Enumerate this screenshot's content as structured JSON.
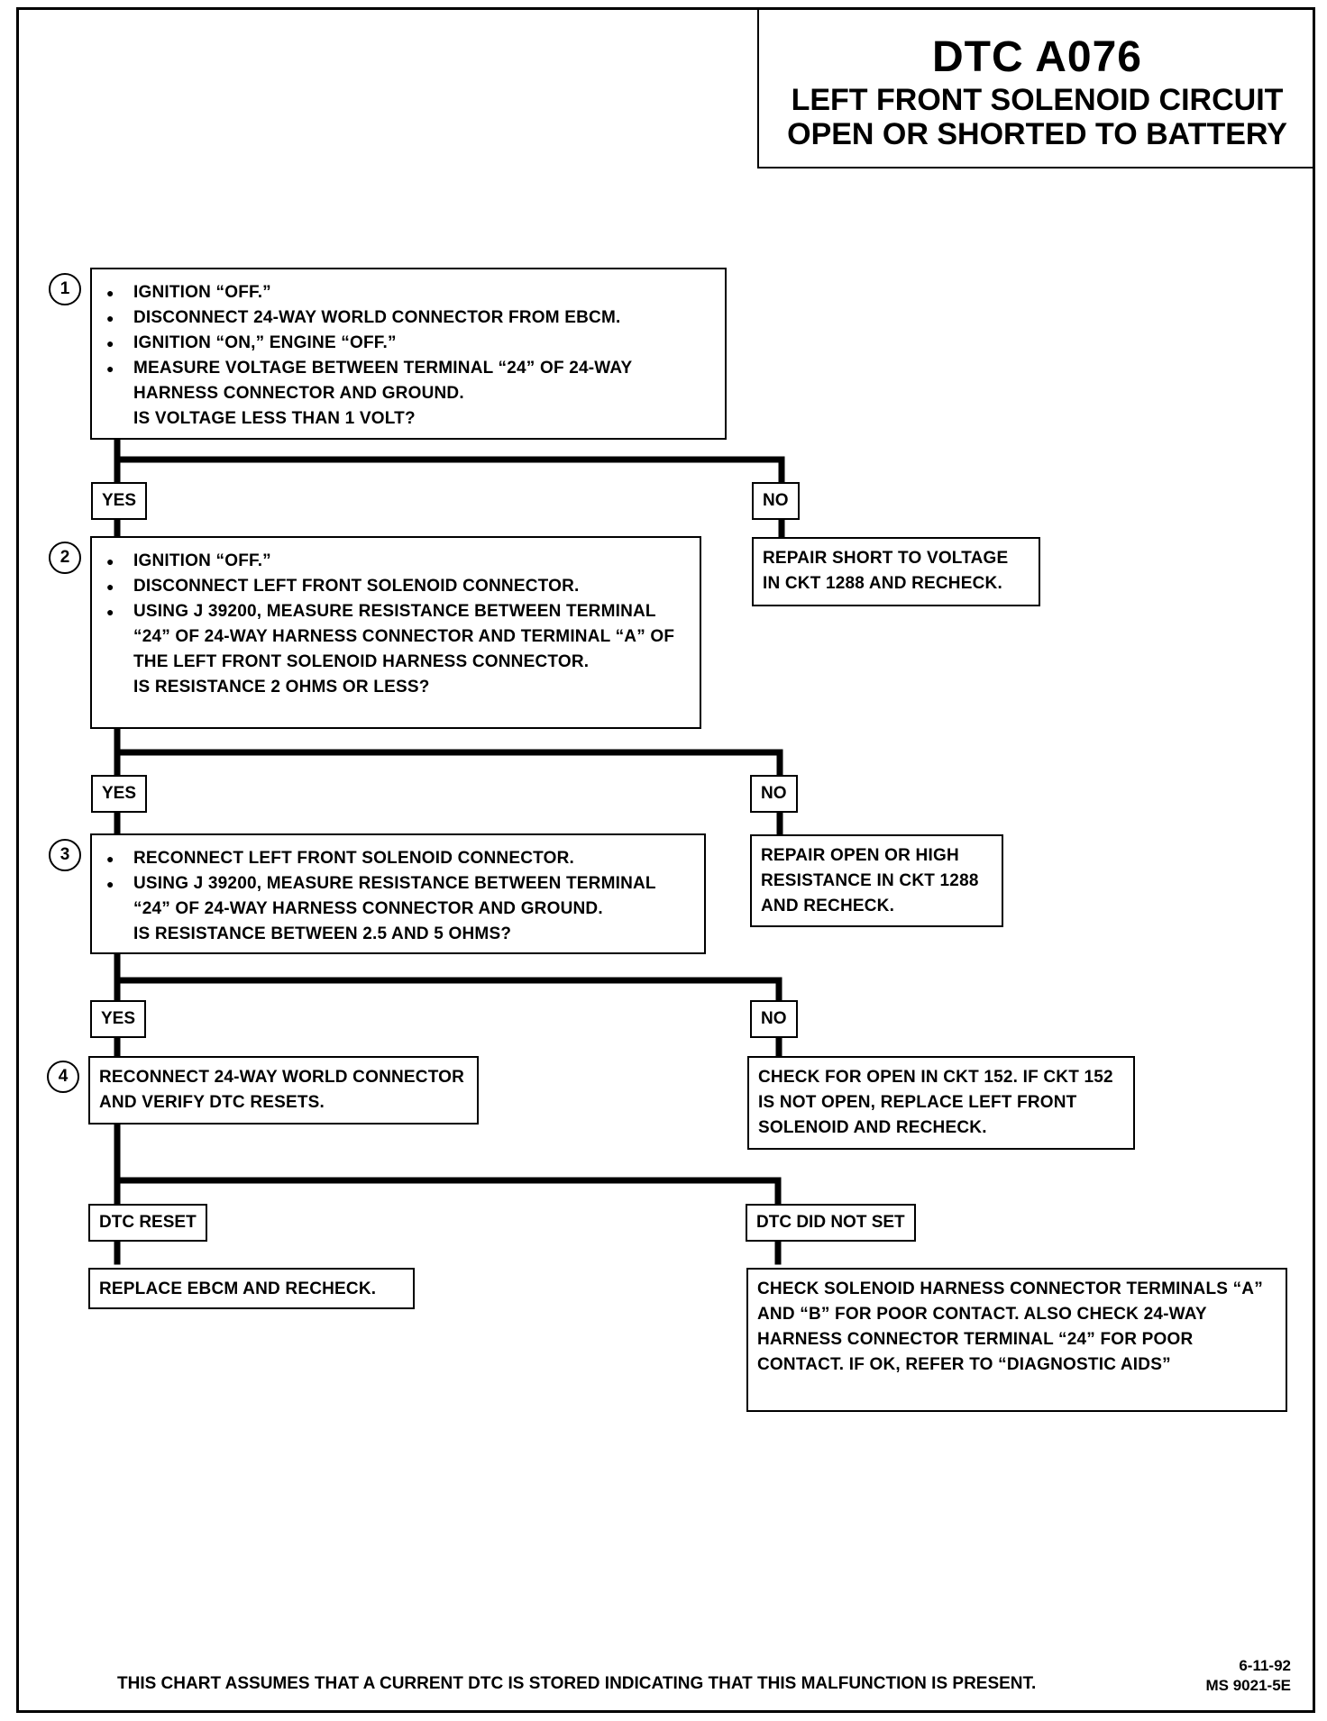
{
  "title": {
    "code": "DTC A076",
    "line1": "LEFT FRONT SOLENOID CIRCUIT",
    "line2": "OPEN OR SHORTED TO BATTERY"
  },
  "steps": [
    {
      "number": "1",
      "bullets": [
        "IGNITION “OFF.”",
        "DISCONNECT 24-WAY WORLD CONNECTOR FROM EBCM.",
        "IGNITION “ON,” ENGINE “OFF.”",
        "MEASURE VOLTAGE BETWEEN TERMINAL “24” OF 24-WAY HARNESS CONNECTOR  AND GROUND."
      ],
      "question": "IS VOLTAGE LESS THAN 1 VOLT?"
    },
    {
      "number": "2",
      "bullets": [
        "IGNITION “OFF.”",
        "DISCONNECT LEFT FRONT SOLENOID CONNECTOR.",
        "USING J 39200, MEASURE RESISTANCE BETWEEN TERMINAL “24” OF 24-WAY HARNESS CONNECTOR AND TERMINAL “A” OF THE LEFT FRONT SOLENOID  HARNESS CONNECTOR."
      ],
      "question": "IS RESISTANCE 2 OHMS OR LESS?"
    },
    {
      "number": "3",
      "bullets": [
        "RECONNECT LEFT FRONT SOLENOID CONNECTOR.",
        "USING J 39200, MEASURE RESISTANCE BETWEEN TERMINAL “24” OF 24-WAY HARNESS CONNECTOR  AND GROUND."
      ],
      "question": "IS RESISTANCE BETWEEN 2.5 AND 5 OHMS?"
    },
    {
      "number": "4",
      "text": "RECONNECT 24-WAY WORLD CONNECTOR AND VERIFY DTC RESETS."
    }
  ],
  "labels": {
    "yes": "YES",
    "no": "NO",
    "dtc_reset": "DTC RESET",
    "dtc_did_not_set": "DTC DID NOT SET"
  },
  "outcomes": {
    "no1": "REPAIR SHORT TO VOLTAGE IN CKT 1288 AND RECHECK.",
    "no2": "REPAIR OPEN OR HIGH RESISTANCE IN CKT 1288 AND RECHECK.",
    "no3": "CHECK FOR OPEN IN CKT 152. IF CKT 152 IS NOT OPEN, REPLACE LEFT FRONT SOLENOID AND RECHECK.",
    "reset": "REPLACE EBCM AND RECHECK.",
    "not_set": "CHECK SOLENOID  HARNESS CONNECTOR TERMINALS “A” AND “B” FOR POOR CONTACT. ALSO CHECK 24-WAY HARNESS CONNECTOR TERMINAL “24” FOR POOR CONTACT. IF OK, REFER TO “DIAGNOSTIC AIDS”"
  },
  "footer": {
    "note": "THIS CHART ASSUMES THAT A CURRENT DTC IS STORED INDICATING THAT THIS MALFUNCTION IS PRESENT.",
    "date": "6-11-92",
    "code": "MS 9021-5E"
  }
}
